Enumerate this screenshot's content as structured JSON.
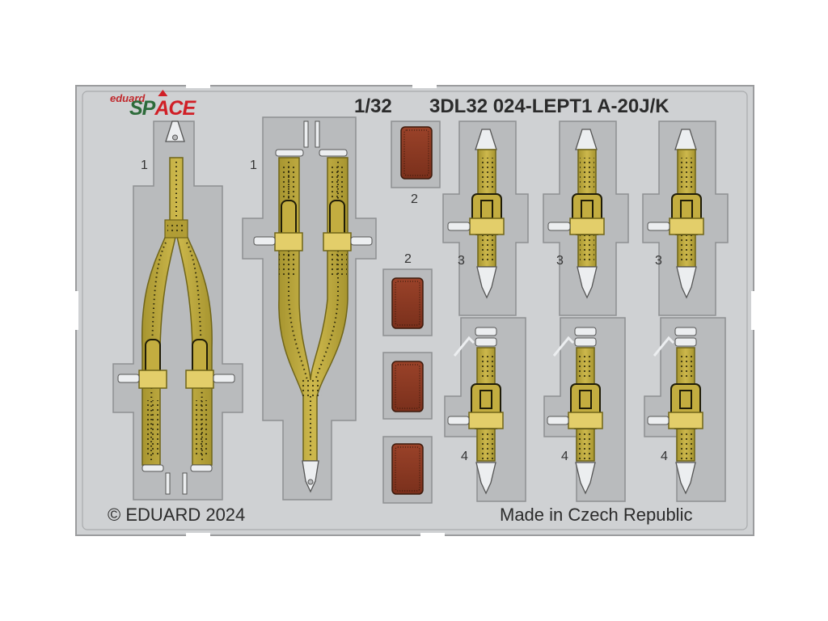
{
  "colors": {
    "fret": "#cfd1d3",
    "fret_edge": "#9b9c9e",
    "carrier": "#b9bbbd",
    "belt": "#c7b245",
    "belt_shade": "#8f7f20",
    "buckle": "#e3ce6a",
    "pad": "#8b3a24",
    "metal": "#eceef0",
    "logo_red": "#d01f26",
    "logo_green": "#2d6b3a"
  },
  "logo": {
    "top": "eduard",
    "sp": "SP",
    "ace": "ACE"
  },
  "header": {
    "scale": "1/32",
    "code": "3DL32 024-LEPT1 A-20J/K"
  },
  "footer": {
    "copyright": "© EDUARD 2024",
    "origin": "Made in Czech Republic"
  },
  "part_numbers": {
    "p1a": "1",
    "p1b": "1",
    "p2a": "2",
    "p2b": "2",
    "p3a": "3",
    "p3b": "3",
    "p3c": "3",
    "p4a": "4",
    "p4b": "4",
    "p4c": "4"
  }
}
